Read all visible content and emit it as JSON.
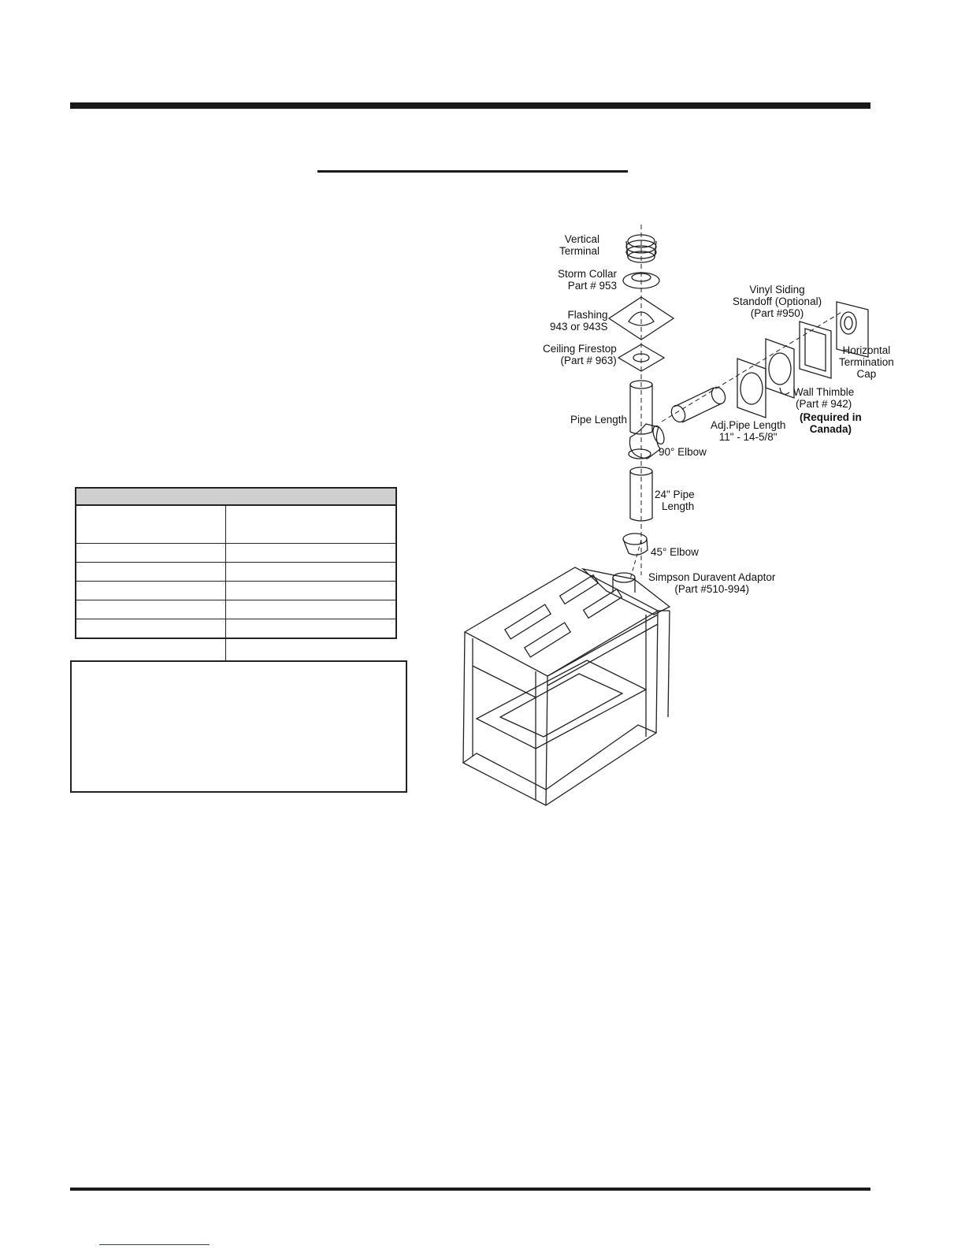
{
  "diagram_labels": {
    "vertical_terminal": [
      "Vertical",
      "Terminal"
    ],
    "storm_collar": [
      "Storm Collar",
      "Part # 953"
    ],
    "flashing": [
      "Flashing",
      "943 or 943S"
    ],
    "ceiling_firestop": [
      "Ceiling Firestop",
      "(Part # 963)"
    ],
    "pipe_length": "Pipe Length",
    "elbow_90": "90° Elbow",
    "pipe_24": [
      "24\" Pipe",
      "Length"
    ],
    "elbow_45": "45° Elbow",
    "adaptor": [
      "Simpson Duravent Adaptor",
      "(Part #510-994)"
    ],
    "adj_pipe": [
      "Adj.Pipe Length",
      "11\" - 14-5/8\""
    ],
    "vinyl_siding": [
      "Vinyl Siding",
      "Standoff (Optional)",
      "(Part #950)"
    ],
    "horizontal_cap": [
      "Horizontal",
      "Termination",
      "Cap"
    ],
    "wall_thimble": [
      "Wall Thimble",
      "(Part # 942)"
    ],
    "required_canada": [
      "(Required in",
      "Canada)"
    ]
  },
  "colors": {
    "rule": "#1a1a1a",
    "table_header": "#cfcfcf",
    "link_underline": "#2a3aa8"
  }
}
